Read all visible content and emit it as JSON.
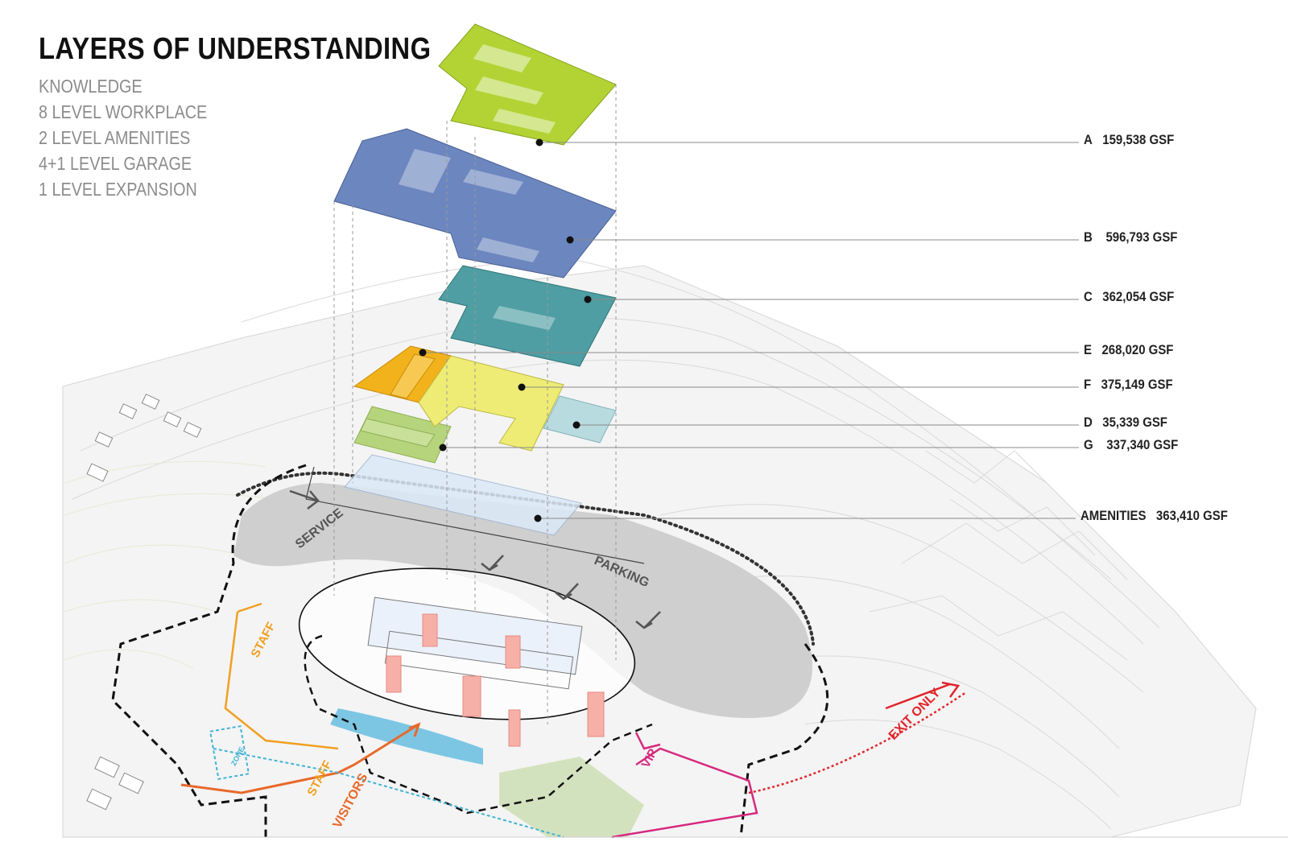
{
  "title": "LAYERS OF UNDERSTANDING",
  "subtitle_lines": [
    "KNOWLEDGE",
    "8 LEVEL WORKPLACE",
    "2 LEVEL AMENITIES",
    "4+1 LEVEL GARAGE",
    "1 LEVEL EXPANSION"
  ],
  "layers": [
    {
      "id": "A",
      "area": "159,538 GSF",
      "color": "#b3d335"
    },
    {
      "id": "B",
      "area": "596,793 GSF",
      "color": "#6c86bf"
    },
    {
      "id": "C",
      "area": "362,054 GSF",
      "color": "#4e9ea3"
    },
    {
      "id": "E",
      "area": "268,020 GSF",
      "color": "#f2b21b"
    },
    {
      "id": "F",
      "area": "375,149 GSF",
      "color": "#eeec74"
    },
    {
      "id": "D",
      "area": "35,339 GSF",
      "color": "#b8dbe0"
    },
    {
      "id": "G",
      "area": "337,340 GSF",
      "color": "#b5d47c"
    },
    {
      "id": "AMENITIES",
      "area": "363,410 GSF",
      "color": "#dbe9f7"
    }
  ],
  "site_labels": {
    "service": "SERVICE",
    "parking": "PARKING",
    "staff": "STAFF",
    "staff2": "STAFF",
    "visitors": "VISITORS",
    "vip": "VIP",
    "exit": "EXIT ONLY",
    "zone": "ZONE"
  },
  "colors": {
    "staff": "#f0a020",
    "visitors": "#e8692a",
    "vip": "#d6297e",
    "exit": "#e0262c",
    "water": "#7cc6e4",
    "parking": "#c9c9c9",
    "pink": "#f7b0a8"
  }
}
